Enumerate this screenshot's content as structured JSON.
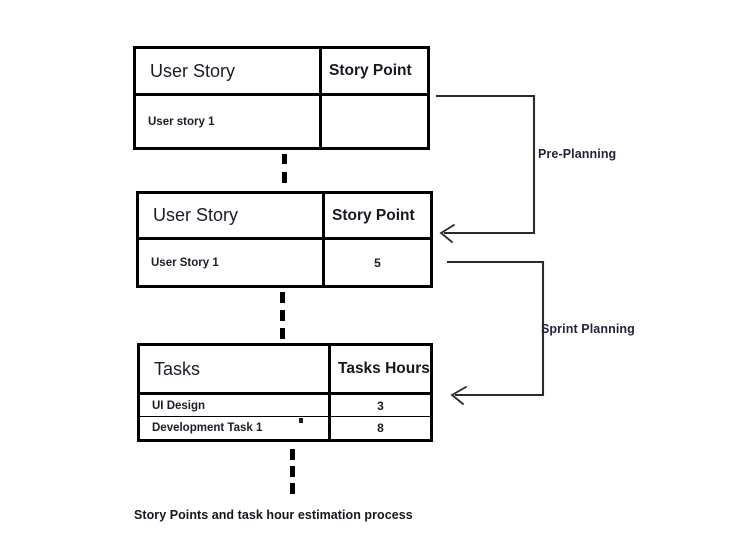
{
  "diagram": {
    "caption": "Story Points and task hour estimation process",
    "tables": [
      {
        "id": "pre-planning-backlog",
        "headers": [
          "User Story",
          "Story Point"
        ],
        "rows": [
          [
            "User story 1",
            ""
          ]
        ]
      },
      {
        "id": "estimated-story",
        "headers": [
          "User Story",
          "Story Point"
        ],
        "rows": [
          [
            "User Story 1",
            "5"
          ]
        ]
      },
      {
        "id": "task-breakdown",
        "headers": [
          "Tasks",
          "Tasks Hours"
        ],
        "rows": [
          [
            "UI Design",
            "3"
          ],
          [
            "Development Task 1",
            "8"
          ]
        ]
      }
    ],
    "loops": [
      {
        "id": "pre-planning",
        "label": "Pre-Planning"
      },
      {
        "id": "sprint-planning",
        "label": "Sprint Planning"
      }
    ],
    "colors": {
      "border": "#000000",
      "text": "#1c1c28",
      "label": "#24243a",
      "background": "#ffffff"
    }
  }
}
